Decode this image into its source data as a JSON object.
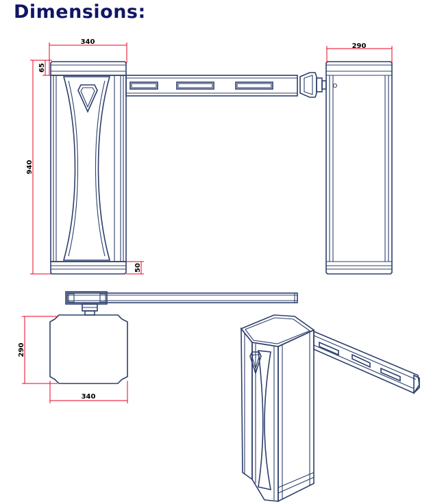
{
  "title": "Dimensions:",
  "colors": {
    "title": "#101565",
    "outline": "#2c3e6b",
    "dimension": "#e8001c",
    "text": "#000000"
  },
  "dimensions": {
    "front_width": "340",
    "front_height": "940",
    "front_top": "65",
    "front_base": "50",
    "side_width": "290",
    "top_depth": "290",
    "top_width": "340"
  }
}
